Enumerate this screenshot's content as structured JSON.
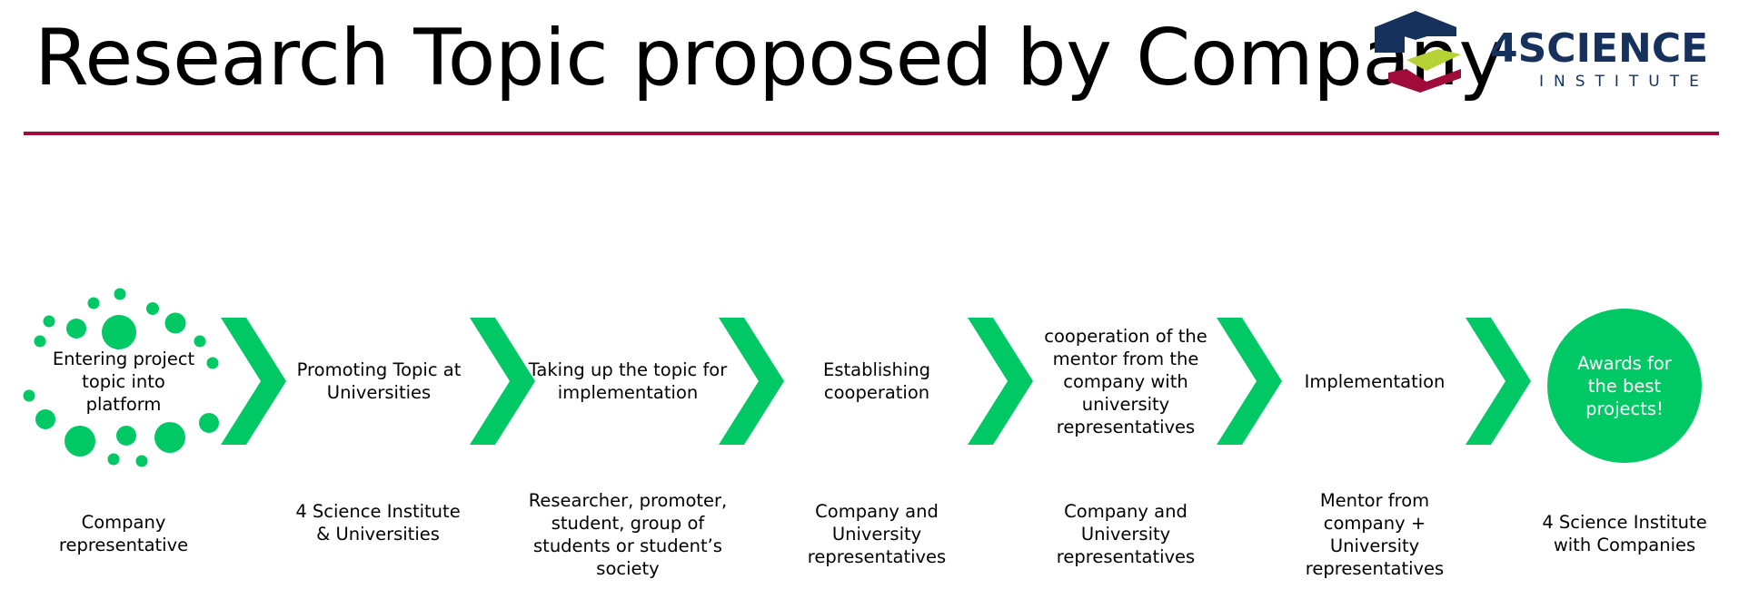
{
  "header": {
    "title": "Research Topic proposed by Company",
    "logo_text": "4SCIENCE",
    "logo_subtext": "INSTITUTE"
  },
  "colors": {
    "accent_green": "#00c864",
    "rule": "#a00b3a",
    "logo_navy": "#16325c",
    "logo_lime": "#b5d334",
    "logo_red": "#a00b3a"
  },
  "steps": [
    {
      "label": "Entering project topic into platform",
      "role": "Company representative"
    },
    {
      "label": "Promoting Topic at Universities",
      "role": "4 Science Institute & Universities"
    },
    {
      "label": "Taking up the topic for implementation",
      "role": "Researcher, promoter, student, group of students or student’s society"
    },
    {
      "label": "Establishing cooperation",
      "role": "Company and University representatives"
    },
    {
      "label": "cooperation of the mentor from the company with university representatives",
      "role": "Company and University representatives"
    },
    {
      "label": "Implementation",
      "role": "Mentor from company + University representatives"
    },
    {
      "label": "Awards for the best projects!",
      "role": "4 Science Institute with Companies"
    }
  ]
}
